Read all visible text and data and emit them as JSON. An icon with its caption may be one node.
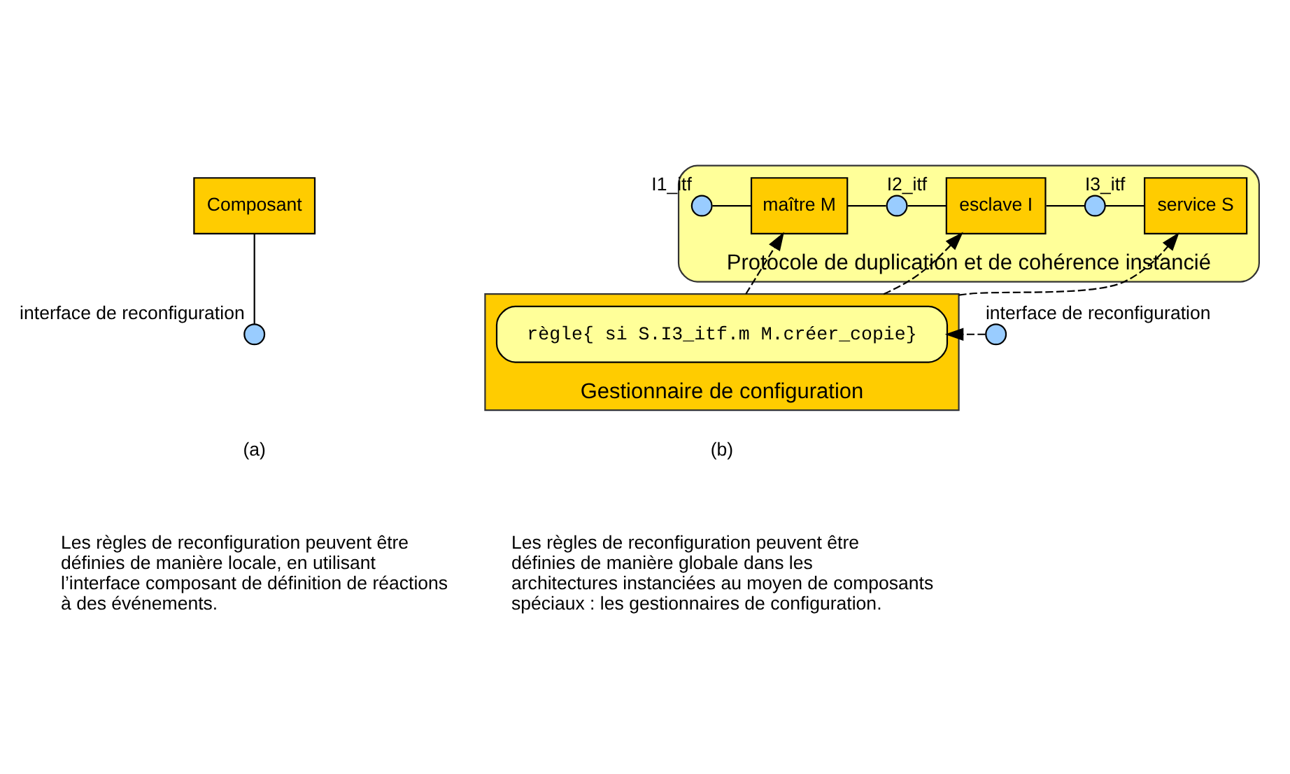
{
  "diagram": {
    "nodes": [
      {
        "text": [
          "Composant"
        ]
      },
      {
        "text": [],
        "shape": "circle",
        "beside": [
          "interface de reconfiguration"
        ]
      },
      {
        "text": [
          "Protocole de duplication et de cohérence instancié"
        ]
      },
      {
        "text": [],
        "shape": "circle",
        "in": 2,
        "beside": [
          "I1_itf"
        ]
      },
      {
        "text": [
          "maître M"
        ],
        "in": 2
      },
      {
        "text": [],
        "shape": "circle",
        "in": 2,
        "beside": [
          "I2_itf"
        ]
      },
      {
        "text": [
          "esclave I"
        ],
        "in": 2
      },
      {
        "text": [],
        "shape": "circle",
        "in": 2,
        "beside": [
          "I3_itf"
        ]
      },
      {
        "text": [
          "service S"
        ],
        "in": 2
      },
      {
        "text": [
          "Gestionnaire de configuration"
        ]
      },
      {
        "text": [
          "règle{ si S.I3_itf.m M.créer_copie}"
        ],
        "in": 9
      },
      {
        "text": [],
        "shape": "circle",
        "beside": [
          "interface de reconfiguration"
        ]
      }
    ],
    "edges": [
      {
        "from": 0,
        "to": 1,
        "arrow": "none"
      },
      {
        "from": 3,
        "to": 4,
        "arrow": "none"
      },
      {
        "from": 4,
        "to": 5,
        "arrow": "none"
      },
      {
        "from": 5,
        "to": 6,
        "arrow": "none"
      },
      {
        "from": 6,
        "to": 7,
        "arrow": "none"
      },
      {
        "from": 7,
        "to": 8,
        "arrow": "none"
      },
      {
        "from": 9,
        "to": 4,
        "arrow": "to",
        "style": "dashed"
      },
      {
        "from": 9,
        "to": 6,
        "arrow": "to",
        "style": "dashed"
      },
      {
        "from": 9,
        "to": 8,
        "arrow": "to",
        "style": "dashed"
      },
      {
        "from": 11,
        "to": 10,
        "arrow": "to",
        "style": "dashed"
      }
    ],
    "labels": [
      "(a)",
      "(b)",
      "Les règles de reconfiguration peuvent être définies de manière locale, en utilisant l’interface composant de définition de réactions à des événements.",
      "Les règles de reconfiguration peuvent être définies de manière globale dans les architectures instanciées au moyen de composants spéciaux : les gestionnaires de configuration."
    ]
  }
}
